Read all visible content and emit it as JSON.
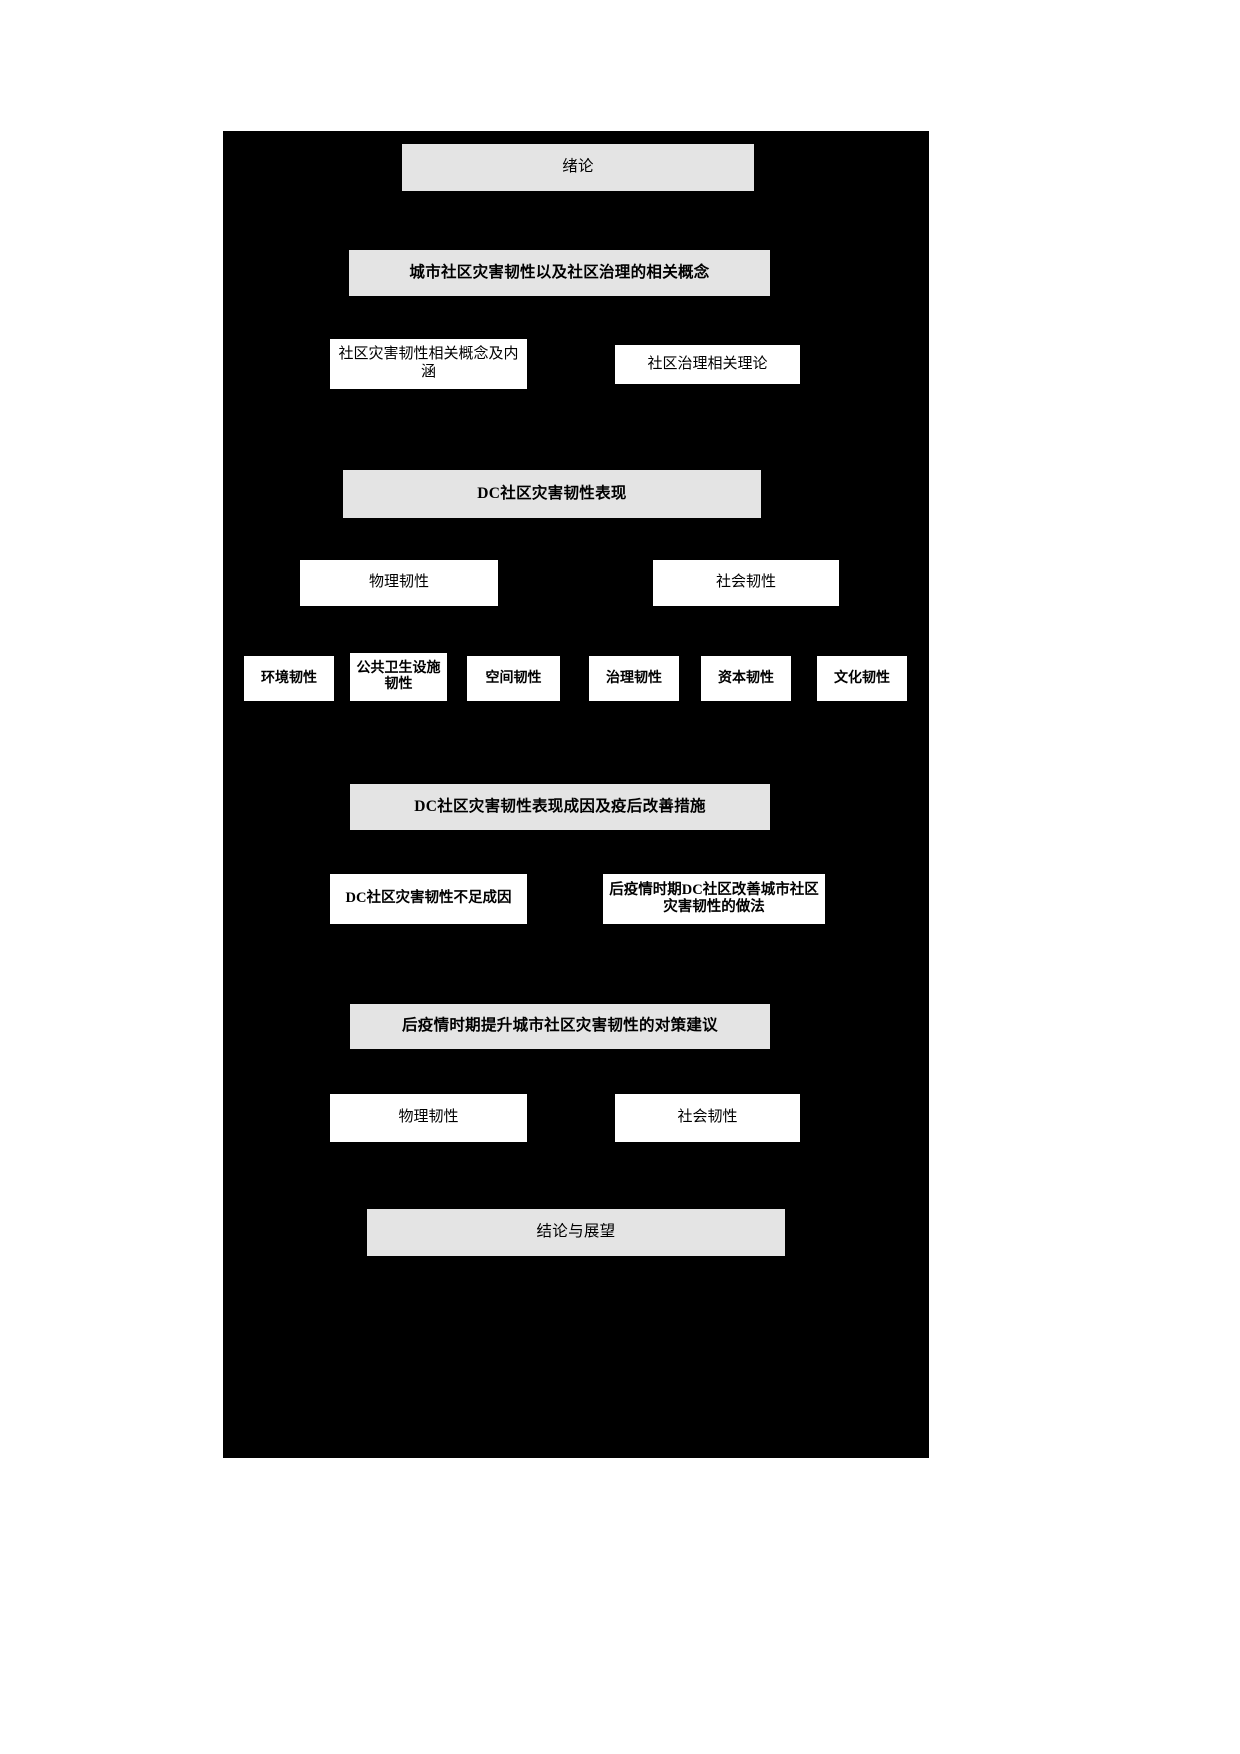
{
  "page": {
    "background_color": "#ffffff",
    "canvas_color": "#000000",
    "chapter_box_color": "#e4e4e4",
    "sub_box_color": "#ffffff",
    "border_color": "#000000",
    "diagram_type": "thesis-structure-flowchart"
  },
  "nodes": {
    "intro": "绪论",
    "chapter2": "城市社区灾害韧性以及社区治理的相关概念",
    "chapter2_sub1": "社区灾害韧性相关概念及内涵",
    "chapter2_sub2": "社区治理相关理论",
    "chapter3": "DC社区灾害韧性表现",
    "chapter3_sub1": "物理韧性",
    "chapter3_sub2": "社会韧性",
    "leaf1": "环境韧性",
    "leaf2": "公共卫生设施韧性",
    "leaf3": "空间韧性",
    "leaf4": "治理韧性",
    "leaf5": "资本韧性",
    "leaf6": "文化韧性",
    "chapter4": "DC社区灾害韧性表现成因及疫后改善措施",
    "chapter4_sub1": "DC社区灾害韧性不足成因",
    "chapter4_sub2": "后疫情时期DC社区改善城市社区灾害韧性的做法",
    "chapter5": "后疫情时期提升城市社区灾害韧性的对策建议",
    "chapter5_sub1": "物理韧性",
    "chapter5_sub2": "社会韧性",
    "conclusion": "结论与展望"
  }
}
